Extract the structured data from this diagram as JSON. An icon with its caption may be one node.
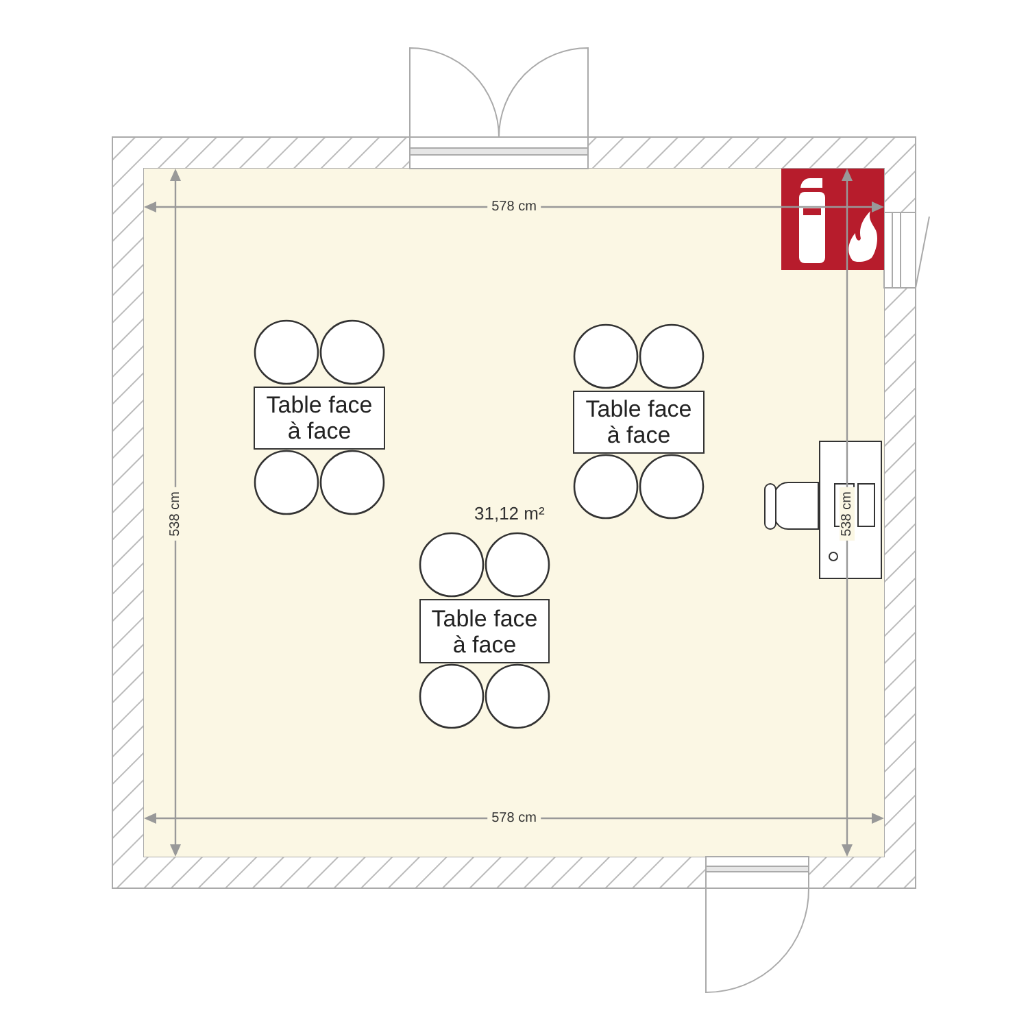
{
  "diagram": {
    "nodes": [
      {
        "text": [
          "Table face à face"
        ]
      },
      {
        "text": [
          "Table face à face"
        ]
      },
      {
        "text": [
          "Table face à face"
        ]
      }
    ],
    "labels": [
      "578 cm",
      "538 cm",
      "31,12 m²",
      "538 cm",
      "578 cm"
    ]
  }
}
